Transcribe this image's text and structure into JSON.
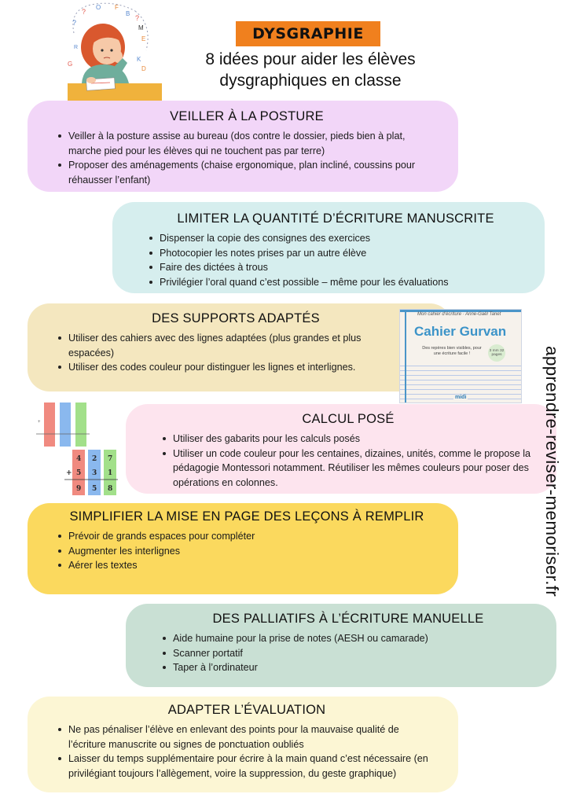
{
  "header": {
    "badge": "DYSGRAPHIE",
    "subtitle_line1": "8 idées pour aider les élèves",
    "subtitle_line2": "dysgraphiques en classe"
  },
  "side_url": "apprendre-reviser-memoriser.fr",
  "cards": [
    {
      "title": "VEILLER À LA POSTURE",
      "bullets": [
        "Veiller à la posture assise au bureau (dos contre le dossier, pieds bien à plat, marche pied pour les élèves qui ne touchent pas par terre)",
        "Proposer des aménagements (chaise ergonomique, plan incliné, coussins pour réhausser l’enfant)"
      ]
    },
    {
      "title": "LIMITER LA QUANTITÉ D’ÉCRITURE MANUSCRITE",
      "bullets": [
        "Dispenser la copie des consignes des exercices",
        "Photocopier les notes prises par un autre élève",
        "Faire des dictées à trous",
        "Privilégier l’oral quand c’est possible – même pour les évaluations"
      ]
    },
    {
      "title": "DES SUPPORTS ADAPTÉS",
      "bullets": [
        "Utiliser des cahiers avec des lignes adaptées (plus grandes et plus espacées)",
        "Utiliser des codes couleur pour distinguer les lignes et interlignes."
      ]
    },
    {
      "title": "CALCUL POSÉ",
      "bullets": [
        "Utiliser des gabarits pour les calculs posés",
        "Utiliser un code couleur pour les centaines, dizaines, unités, comme le propose la pédagogie Montessori notamment. Réutiliser les mêmes couleurs pour poser des opérations en colonnes."
      ]
    },
    {
      "title": "SIMPLIFIER LA MISE EN PAGE DES LEÇONS À REMPLIR",
      "bullets": [
        "Prévoir de grands espaces pour compléter",
        "Augmenter les interlignes",
        "Aérer les textes"
      ]
    },
    {
      "title": "DES PALLIATIFS À L’ÉCRITURE MANUELLE",
      "bullets": [
        "Aide humaine pour la prise de notes (AESH ou camarade)",
        "Scanner portatif",
        "Taper à l’ordinateur"
      ]
    },
    {
      "title": "ADAPTER L’ÉVALUATION",
      "bullets": [
        "Ne pas pénaliser l’élève en enlevant des points pour la mauvaise qualité de l’écriture manuscrite ou signes de ponctuation oubliés",
        "Laisser du temps supplémentaire pour écrire à la main quand c’est nécessaire (en privilégiant toujours l’allègement, voire la suppression, du geste graphique)"
      ]
    }
  ],
  "book": {
    "series": "Mon cahier d’écriture · Anne-Gaël Tanet",
    "title": "Cahier Gurvan",
    "tagline": "Des repères bien visibles, pour une écriture facile !",
    "sticker": "3 mm 32 pages",
    "publisher": "midi"
  },
  "calc_example": {
    "top": [
      "4",
      "2",
      "7"
    ],
    "middle": [
      "5",
      "3",
      "1"
    ],
    "result": [
      "9",
      "5",
      "8"
    ],
    "operator": "+"
  },
  "illustration_letters": [
    "?",
    "O",
    "F",
    "B",
    "?",
    "?",
    "M",
    "G",
    "E",
    "K",
    "D",
    "R"
  ],
  "colors": {
    "badge": "#f0801e",
    "hundreds": "#f08a80",
    "tens": "#8ab8ee",
    "units": "#a2e08a"
  }
}
